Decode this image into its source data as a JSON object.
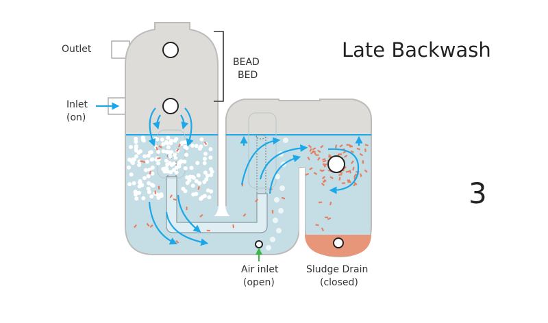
{
  "title": "Late Backwash",
  "step_number": "3",
  "labels": {
    "outlet": "Outlet",
    "inlet_line1": "Inlet",
    "inlet_line2": "(on)",
    "bead_bed_line1": "BEAD",
    "bead_bed_line2": "BED",
    "air_inlet_line1": "Air inlet",
    "air_inlet_line2": "(open)",
    "sludge_drain_line1": "Sludge Drain",
    "sludge_drain_line2": "(closed)"
  },
  "colors": {
    "tank_gray": "#dedcd9",
    "tank_outline": "#bdbcba",
    "water": "#c5dde4",
    "flow_arrow": "#1ba7e8",
    "sludge": "#e8967a",
    "debris": "#e57f5e",
    "air_arrow": "#3cb84a",
    "bead": "#ffffff"
  }
}
